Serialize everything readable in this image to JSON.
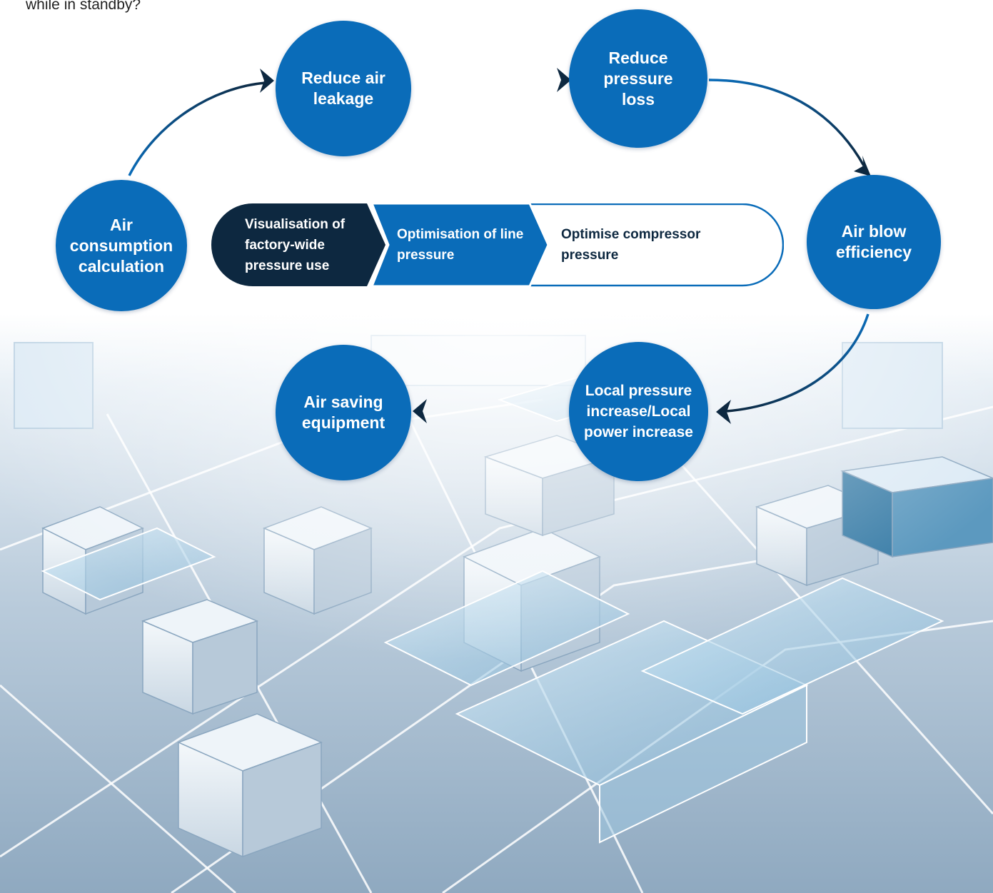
{
  "top_text": "while in standby?",
  "nodes": {
    "air_consumption": "Air consumption calculation",
    "reduce_leakage": "Reduce air leakage",
    "reduce_pressure_loss": "Reduce pressure loss",
    "air_blow": "Air blow efficiency",
    "local_pressure": "Local pressure increase/Local power increase",
    "air_saving": "Air saving equipment"
  },
  "steps": {
    "step1": "Visualisation of factory-wide pressure use",
    "step2": "Optimisation of line pressure",
    "step3": "Optimise compressor pressure"
  },
  "colors": {
    "node_blue": "#0a6cb9",
    "navy": "#0d2840",
    "arrow_blue": "#0a6cb9",
    "arrow_dark": "#0d2840"
  },
  "background": "factory-floor-illustration"
}
